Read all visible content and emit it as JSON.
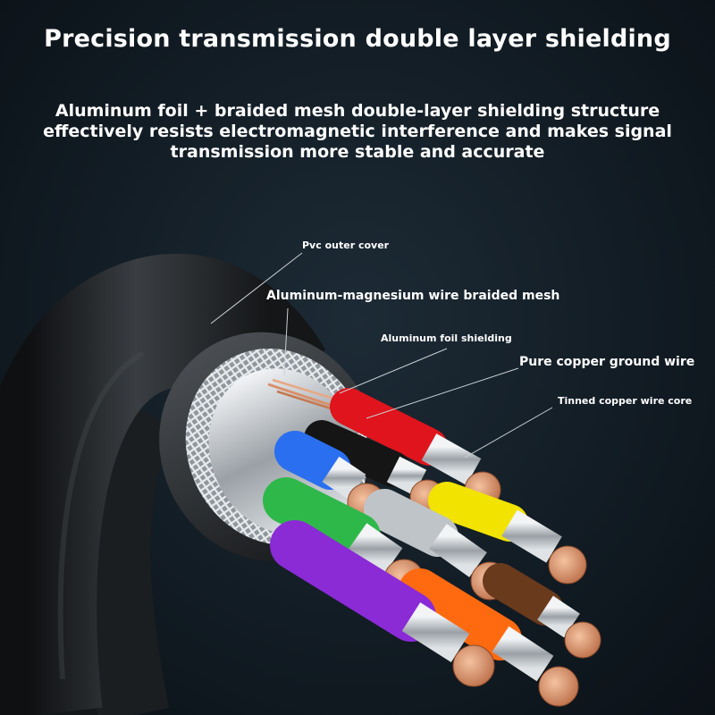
{
  "header": {
    "title": "Precision transmission double layer shielding",
    "description": "Aluminum foil + braided mesh double-layer shielding structure effectively resists electromagnetic interference and makes signal transmission more stable and accurate"
  },
  "labels": {
    "pvc": "Pvc outer cover",
    "mesh": "Aluminum-magnesium wire braided mesh",
    "foil": "Aluminum foil shielding",
    "ground": "Pure copper ground wire",
    "core": "Tinned copper wire core"
  },
  "colors": {
    "background": "#121c24",
    "jacket": "#202326",
    "wire_red": "#e0141c",
    "wire_black": "#151515",
    "wire_blue": "#2a6ff0",
    "wire_white": "#bfc4c8",
    "wire_yellow": "#f2e300",
    "wire_green": "#2fb84a",
    "wire_brown": "#6a3a1c",
    "wire_purple": "#8a2bd6",
    "wire_orange": "#ff6a10",
    "copper": "#d9906a"
  }
}
